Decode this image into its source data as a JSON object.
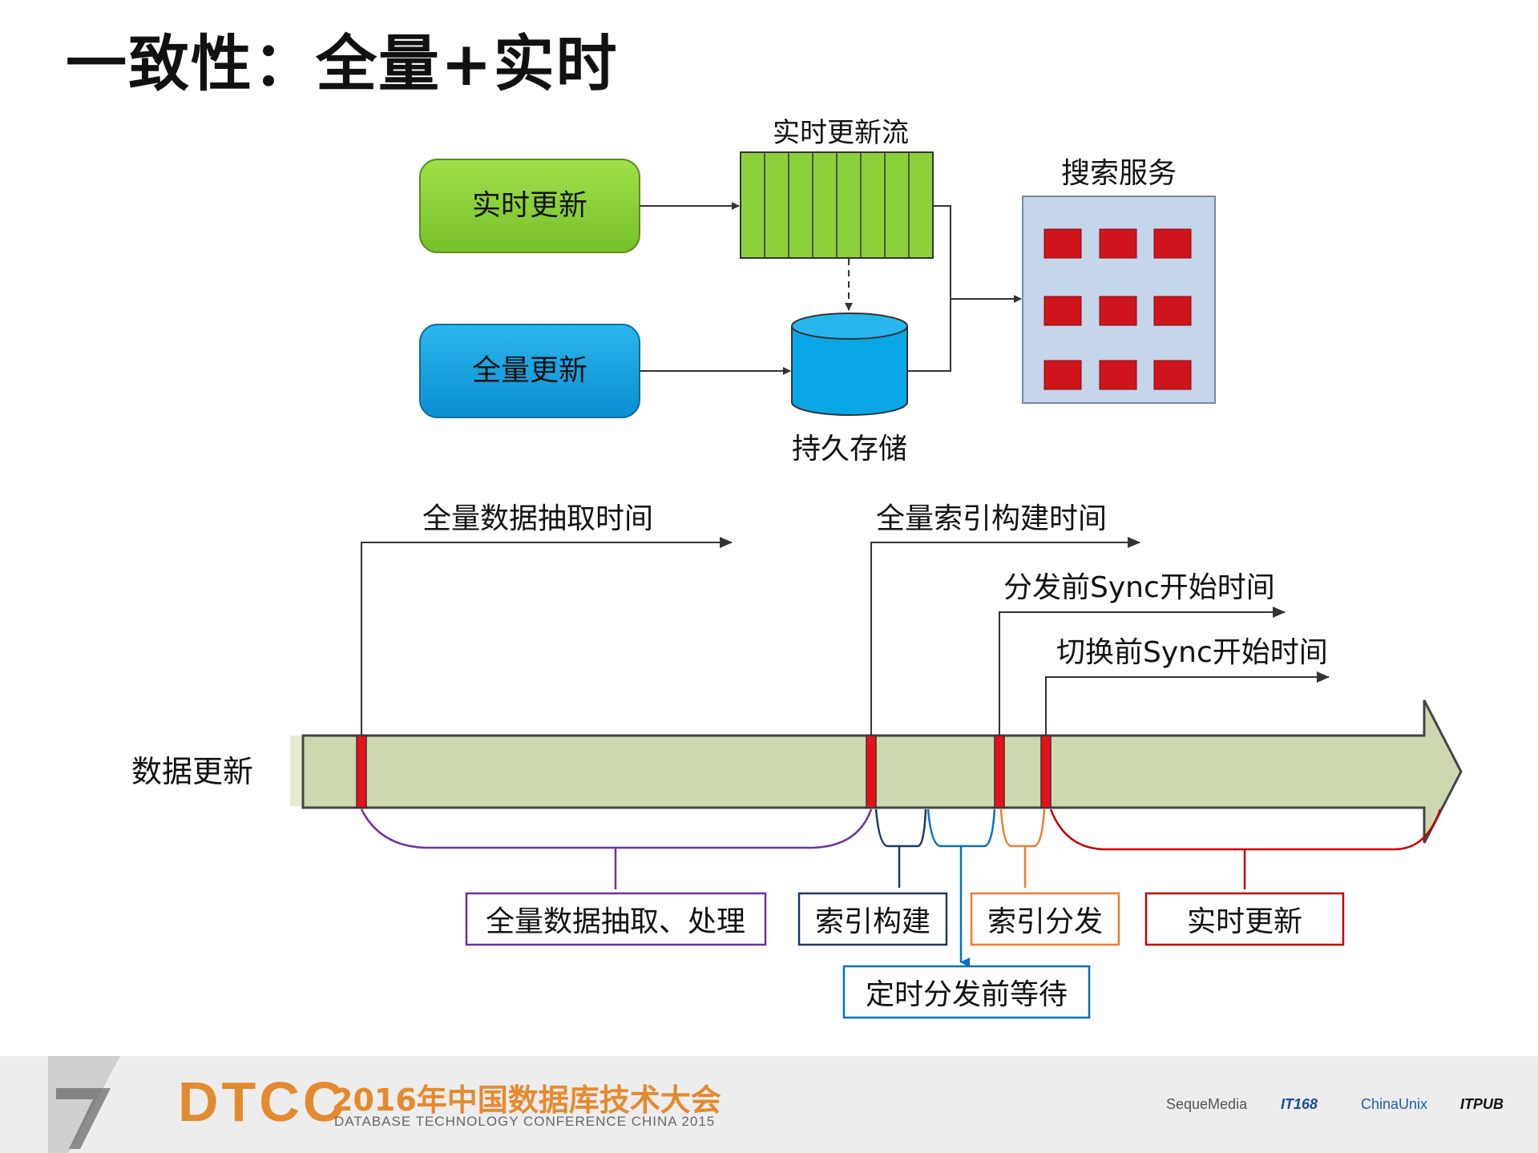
{
  "slide": {
    "title": "一致性：全量+实时"
  },
  "architecture": {
    "realtime_update_box": "实时更新",
    "full_update_box": "全量更新",
    "stream_label": "实时更新流",
    "storage_label": "持久存储",
    "search_label": "搜索服务",
    "colors": {
      "green": "#8dd13a",
      "blue": "#0aa0dc",
      "server_body": "#c5d5ea",
      "server_cell": "#d0141c"
    }
  },
  "timeline": {
    "track_label": "数据更新",
    "event_labels": [
      "全量数据抽取时间",
      "全量索引构建时间",
      "分发前Sync开始时间",
      "切换前Sync开始时间"
    ],
    "phases": [
      "全量数据抽取、处理",
      "索引构建",
      "索引分发",
      "实时更新"
    ],
    "wait_label": "定时分发前等待",
    "colors": {
      "track": "#cdd8b0",
      "marker": "#e8101a",
      "phase_purple": "#7030a0",
      "phase_navy": "#1f3864",
      "phase_blue": "#0070c0",
      "phase_orange": "#ed7d31",
      "phase_red": "#c00000"
    }
  },
  "footer": {
    "logo": "DTCC",
    "conference_cn": "2016年中国数据库技术大会",
    "conference_en": "DATABASE TECHNOLOGY CONFERENCE CHINA 2015",
    "sponsors": [
      "SequeMedia",
      "IT168",
      "ChinaUnix",
      "ITPUB"
    ]
  }
}
